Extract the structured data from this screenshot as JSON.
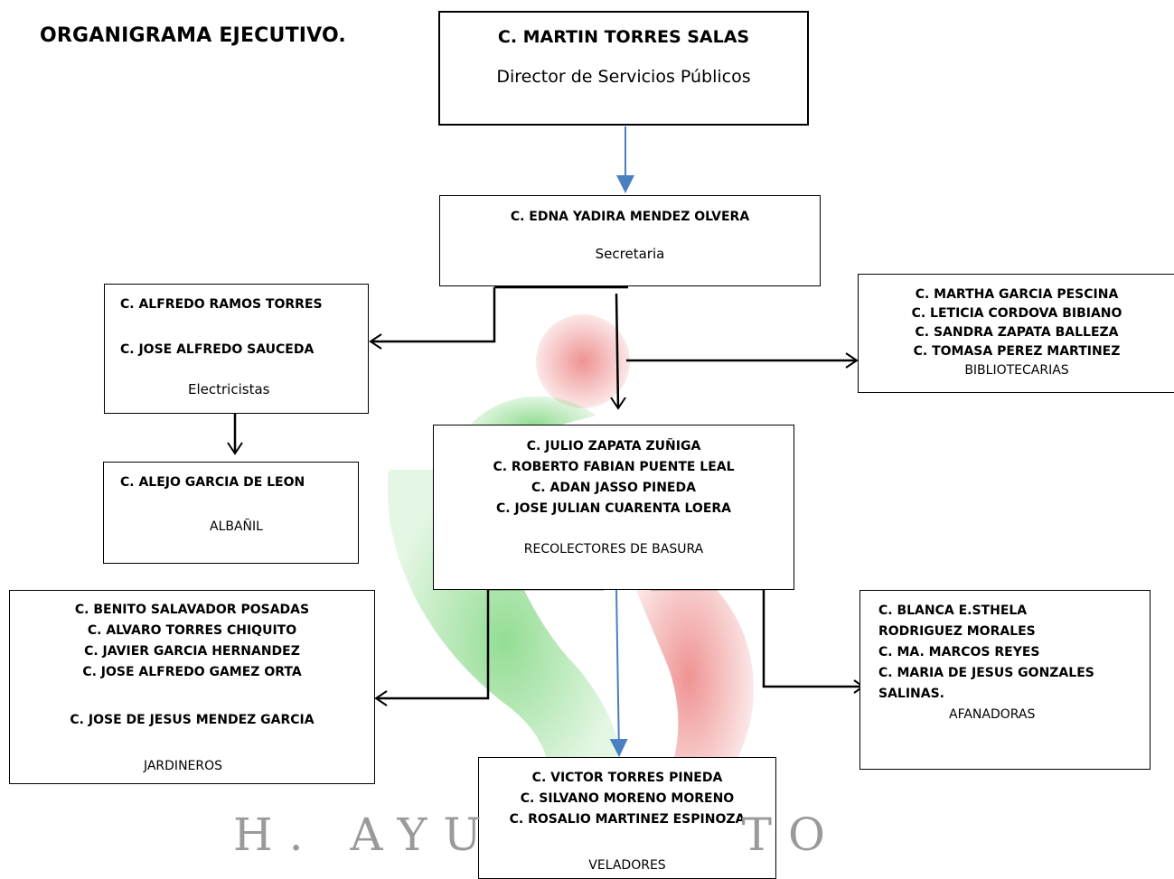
{
  "title": "ORGANIGRAMA EJECUTIVO.",
  "director": {
    "name": "C. MARTIN TORRES SALAS",
    "role": "Director de Servicios Públicos"
  },
  "secretaria": {
    "name": "C. EDNA YADIRA MENDEZ OLVERA",
    "role": "Secretaria"
  },
  "electricistas": {
    "names": [
      "C. ALFREDO RAMOS TORRES",
      "C. JOSE ALFREDO SAUCEDA"
    ],
    "role": "Electricistas"
  },
  "albanil": {
    "name": "C. ALEJO GARCIA DE LEON",
    "role": "ALBAÑIL"
  },
  "bibliotecarias": {
    "names": [
      "C. MARTHA GARCIA PESCINA",
      "C. LETICIA CORDOVA BIBIANO",
      "C. SANDRA ZAPATA BALLEZA",
      "C. TOMASA PEREZ MARTINEZ"
    ],
    "role": "BIBLIOTECARIAS"
  },
  "recolectores": {
    "names": [
      "C. JULIO ZAPATA ZUÑIGA",
      "C. ROBERTO FABIAN PUENTE LEAL",
      "C. ADAN JASSO PINEDA",
      "C. JOSE JULIAN CUARENTA LOERA"
    ],
    "role": "RECOLECTORES DE BASURA"
  },
  "jardineros": {
    "names": [
      "C. BENITO SALAVADOR POSADAS",
      "C. ALVARO TORRES CHIQUITO",
      "C. JAVIER GARCIA HERNANDEZ",
      "C. JOSE ALFREDO  GAMEZ ORTA",
      "C. JOSE DE JESUS MENDEZ GARCIA"
    ],
    "role": "JARDINEROS"
  },
  "afanadoras": {
    "names": [
      "C. BLANCA E.STHELA",
      "RODRIGUEZ MORALES",
      "C. MA. MARCOS  REYES",
      "C. MARIA DE JESUS GONZALES",
      "SALINAS."
    ],
    "role": "AFANADORAS"
  },
  "veladores": {
    "names": [
      "C. VICTOR TORRES PINEDA",
      "C. SILVANO MORENO MORENO",
      "C. ROSALIO MARTINEZ ESPINOZA"
    ],
    "role": "VELADORES"
  },
  "footer": {
    "left": "H. AYU",
    "right": "TO"
  },
  "colors": {
    "arrow_blue": "#4a7fc1",
    "arrow_black": "#000000"
  }
}
